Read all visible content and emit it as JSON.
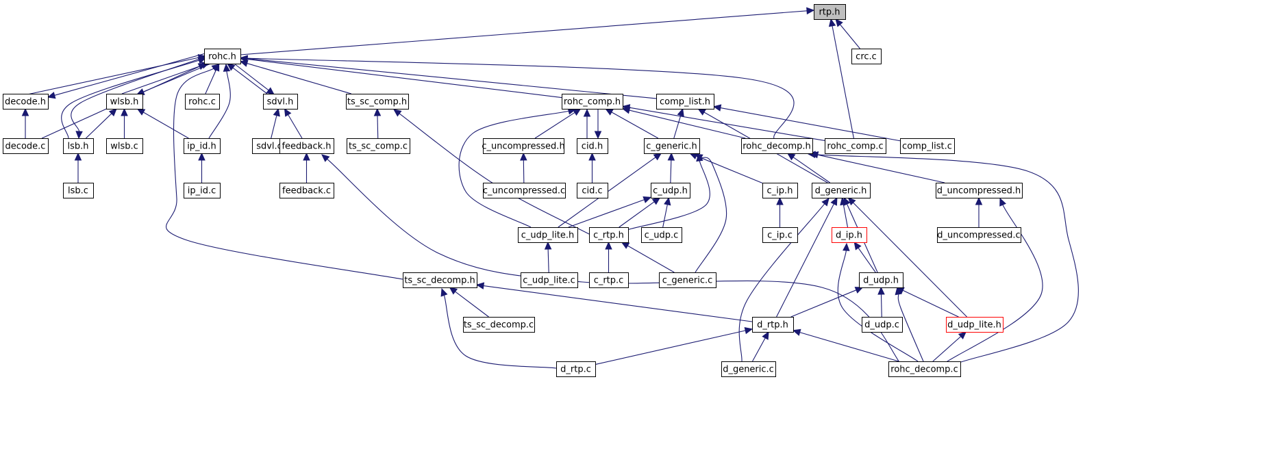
{
  "colors": {
    "edge": "#191970",
    "node_border": "#000000",
    "truncated_border": "#ff0000",
    "root_fill": "#bfbfbf"
  },
  "nodes": [
    {
      "id": "rtp_h",
      "label": "rtp.h",
      "style": "root"
    },
    {
      "id": "crc_c",
      "label": "crc.c"
    },
    {
      "id": "rohc_h",
      "label": "rohc.h"
    },
    {
      "id": "decode_h",
      "label": "decode.h"
    },
    {
      "id": "wlsb_h",
      "label": "wlsb.h"
    },
    {
      "id": "rohc_c",
      "label": "rohc.c"
    },
    {
      "id": "sdvl_h",
      "label": "sdvl.h"
    },
    {
      "id": "ts_sc_comp_h",
      "label": "ts_sc_comp.h"
    },
    {
      "id": "rohc_comp_h",
      "label": "rohc_comp.h"
    },
    {
      "id": "comp_list_h",
      "label": "comp_list.h"
    },
    {
      "id": "decode_c",
      "label": "decode.c"
    },
    {
      "id": "lsb_h",
      "label": "lsb.h"
    },
    {
      "id": "wlsb_c",
      "label": "wlsb.c"
    },
    {
      "id": "ip_id_h",
      "label": "ip_id.h"
    },
    {
      "id": "sdvl_c",
      "label": "sdvl.c"
    },
    {
      "id": "feedback_h",
      "label": "feedback.h"
    },
    {
      "id": "ts_sc_comp_c",
      "label": "ts_sc_comp.c"
    },
    {
      "id": "c_uncompressed_h",
      "label": "c_uncompressed.h"
    },
    {
      "id": "cid_h",
      "label": "cid.h"
    },
    {
      "id": "c_generic_h",
      "label": "c_generic.h"
    },
    {
      "id": "rohc_decomp_h",
      "label": "rohc_decomp.h"
    },
    {
      "id": "rohc_comp_c",
      "label": "rohc_comp.c"
    },
    {
      "id": "comp_list_c",
      "label": "comp_list.c"
    },
    {
      "id": "lsb_c",
      "label": "lsb.c"
    },
    {
      "id": "ip_id_c",
      "label": "ip_id.c"
    },
    {
      "id": "feedback_c",
      "label": "feedback.c"
    },
    {
      "id": "c_uncompressed_c",
      "label": "c_uncompressed.c"
    },
    {
      "id": "cid_c",
      "label": "cid.c"
    },
    {
      "id": "c_udp_h",
      "label": "c_udp.h"
    },
    {
      "id": "c_ip_h",
      "label": "c_ip.h"
    },
    {
      "id": "d_generic_h",
      "label": "d_generic.h"
    },
    {
      "id": "d_uncompressed_h",
      "label": "d_uncompressed.h"
    },
    {
      "id": "c_udp_lite_h",
      "label": "c_udp_lite.h"
    },
    {
      "id": "c_rtp_h",
      "label": "c_rtp.h"
    },
    {
      "id": "c_udp_c",
      "label": "c_udp.c"
    },
    {
      "id": "c_ip_c",
      "label": "c_ip.c"
    },
    {
      "id": "d_ip_h",
      "label": "d_ip.h",
      "style": "truncated"
    },
    {
      "id": "d_uncompressed_c",
      "label": "d_uncompressed.c"
    },
    {
      "id": "ts_sc_decomp_h",
      "label": "ts_sc_decomp.h"
    },
    {
      "id": "c_udp_lite_c",
      "label": "c_udp_lite.c"
    },
    {
      "id": "c_rtp_c",
      "label": "c_rtp.c"
    },
    {
      "id": "c_generic_c",
      "label": "c_generic.c"
    },
    {
      "id": "d_udp_h",
      "label": "d_udp.h"
    },
    {
      "id": "ts_sc_decomp_c",
      "label": "ts_sc_decomp.c"
    },
    {
      "id": "d_rtp_h",
      "label": "d_rtp.h"
    },
    {
      "id": "d_udp_c",
      "label": "d_udp.c"
    },
    {
      "id": "d_udp_lite_h",
      "label": "d_udp_lite.h",
      "style": "truncated"
    },
    {
      "id": "d_rtp_c",
      "label": "d_rtp.c"
    },
    {
      "id": "d_generic_c",
      "label": "d_generic.c"
    },
    {
      "id": "rohc_decomp_c",
      "label": "rohc_decomp.c"
    }
  ],
  "edges": [
    [
      "crc_c",
      "rtp_h"
    ],
    [
      "rohc_comp_c",
      "rtp_h"
    ],
    [
      "rohc_h",
      "rtp_h"
    ],
    [
      "decode_h",
      "rohc_h"
    ],
    [
      "wlsb_h",
      "rohc_h"
    ],
    [
      "rohc_c",
      "rohc_h"
    ],
    [
      "sdvl_h",
      "rohc_h"
    ],
    [
      "ts_sc_comp_h",
      "rohc_h"
    ],
    [
      "rohc_comp_h",
      "rohc_h"
    ],
    [
      "comp_list_h",
      "rohc_h"
    ],
    [
      "decode_c",
      "rohc_h"
    ],
    [
      "lsb_h",
      "rohc_h"
    ],
    [
      "ip_id_h",
      "rohc_h"
    ],
    [
      "ts_sc_decomp_h",
      "rohc_h"
    ],
    [
      "rohc_decomp_h",
      "rohc_h"
    ],
    [
      "rohc_h",
      "decode_h"
    ],
    [
      "rohc_h",
      "wlsb_h"
    ],
    [
      "rohc_h",
      "sdvl_h"
    ],
    [
      "rohc_h",
      "lsb_h"
    ],
    [
      "decode_c",
      "decode_h"
    ],
    [
      "lsb_h",
      "wlsb_h"
    ],
    [
      "wlsb_c",
      "wlsb_h"
    ],
    [
      "ip_id_h",
      "wlsb_h"
    ],
    [
      "sdvl_c",
      "sdvl_h"
    ],
    [
      "feedback_h",
      "sdvl_h"
    ],
    [
      "ts_sc_comp_c",
      "ts_sc_comp_h"
    ],
    [
      "c_rtp_h",
      "ts_sc_comp_h"
    ],
    [
      "lsb_c",
      "lsb_h"
    ],
    [
      "ip_id_c",
      "ip_id_h"
    ],
    [
      "feedback_c",
      "feedback_h"
    ],
    [
      "rohc_decomp_c",
      "feedback_h"
    ],
    [
      "c_uncompressed_h",
      "rohc_comp_h"
    ],
    [
      "cid_h",
      "rohc_comp_h"
    ],
    [
      "c_generic_h",
      "rohc_comp_h"
    ],
    [
      "rohc_decomp_h",
      "rohc_comp_h"
    ],
    [
      "rohc_comp_c",
      "rohc_comp_h"
    ],
    [
      "c_udp_lite_h",
      "rohc_comp_h"
    ],
    [
      "rohc_comp_h",
      "cid_h"
    ],
    [
      "c_generic_h",
      "comp_list_h"
    ],
    [
      "d_generic_h",
      "comp_list_h"
    ],
    [
      "comp_list_c",
      "comp_list_h"
    ],
    [
      "c_uncompressed_c",
      "c_uncompressed_h"
    ],
    [
      "cid_c",
      "cid_h"
    ],
    [
      "c_udp_h",
      "c_generic_h"
    ],
    [
      "c_ip_h",
      "c_generic_h"
    ],
    [
      "c_udp_lite_h",
      "c_generic_h"
    ],
    [
      "c_rtp_h",
      "c_generic_h"
    ],
    [
      "c_generic_c",
      "c_generic_h"
    ],
    [
      "d_generic_h",
      "rohc_decomp_h"
    ],
    [
      "d_uncompressed_h",
      "rohc_decomp_h"
    ],
    [
      "rohc_decomp_c",
      "rohc_decomp_h"
    ],
    [
      "c_udp_lite_h",
      "c_udp_h"
    ],
    [
      "c_rtp_h",
      "c_udp_h"
    ],
    [
      "c_udp_c",
      "c_udp_h"
    ],
    [
      "c_ip_c",
      "c_ip_h"
    ],
    [
      "c_udp_lite_c",
      "c_udp_lite_h"
    ],
    [
      "c_rtp_c",
      "c_rtp_h"
    ],
    [
      "c_generic_c",
      "c_rtp_h"
    ],
    [
      "d_ip_h",
      "d_generic_h"
    ],
    [
      "d_udp_h",
      "d_generic_h"
    ],
    [
      "d_rtp_h",
      "d_generic_h"
    ],
    [
      "d_udp_lite_h",
      "d_generic_h"
    ],
    [
      "d_generic_c",
      "d_generic_h"
    ],
    [
      "d_uncompressed_c",
      "d_uncompressed_h"
    ],
    [
      "rohc_decomp_c",
      "d_uncompressed_h"
    ],
    [
      "d_udp_h",
      "d_ip_h"
    ],
    [
      "rohc_decomp_c",
      "d_ip_h"
    ],
    [
      "ts_sc_decomp_c",
      "ts_sc_decomp_h"
    ],
    [
      "d_rtp_h",
      "ts_sc_decomp_h"
    ],
    [
      "d_rtp_c",
      "ts_sc_decomp_h"
    ],
    [
      "d_rtp_h",
      "d_udp_h"
    ],
    [
      "d_udp_c",
      "d_udp_h"
    ],
    [
      "d_udp_lite_h",
      "d_udp_h"
    ],
    [
      "rohc_decomp_c",
      "d_udp_h"
    ],
    [
      "d_rtp_c",
      "d_rtp_h"
    ],
    [
      "d_generic_c",
      "d_rtp_h"
    ],
    [
      "rohc_decomp_c",
      "d_rtp_h"
    ],
    [
      "rohc_decomp_c",
      "d_udp_lite_h"
    ]
  ]
}
